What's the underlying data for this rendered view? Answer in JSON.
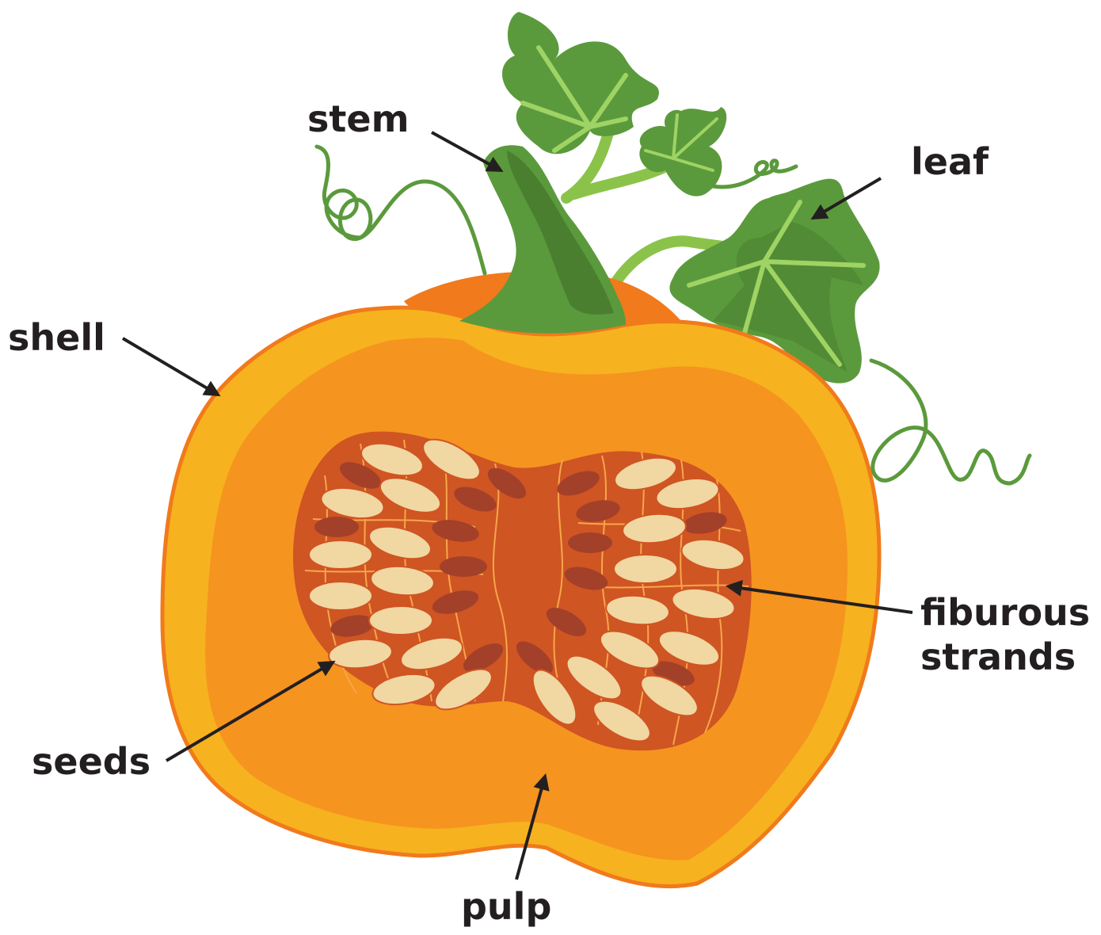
{
  "diagram": {
    "labels": {
      "stem": "stem",
      "leaf": "leaf",
      "shell": "shell",
      "fibrous_line1": "fiburous",
      "fibrous_line2": "strands",
      "seeds": "seeds",
      "pulp": "pulp"
    }
  },
  "colors": {
    "rind": "#f7b21f",
    "rind_outline": "#f07a1c",
    "pulp": "#f5941f",
    "cavity": "#cf5523",
    "fibers": "#f7a64a",
    "seed": "#f1d7a2",
    "dark_seed": "#a3402a",
    "stem": "#5b9a3c",
    "stem_dark": "#4a7f30",
    "leaf": "#5b9a3c",
    "leaf_light": "#6fb046",
    "leaf_vein": "#9fd363",
    "arrow": "#231f20"
  }
}
